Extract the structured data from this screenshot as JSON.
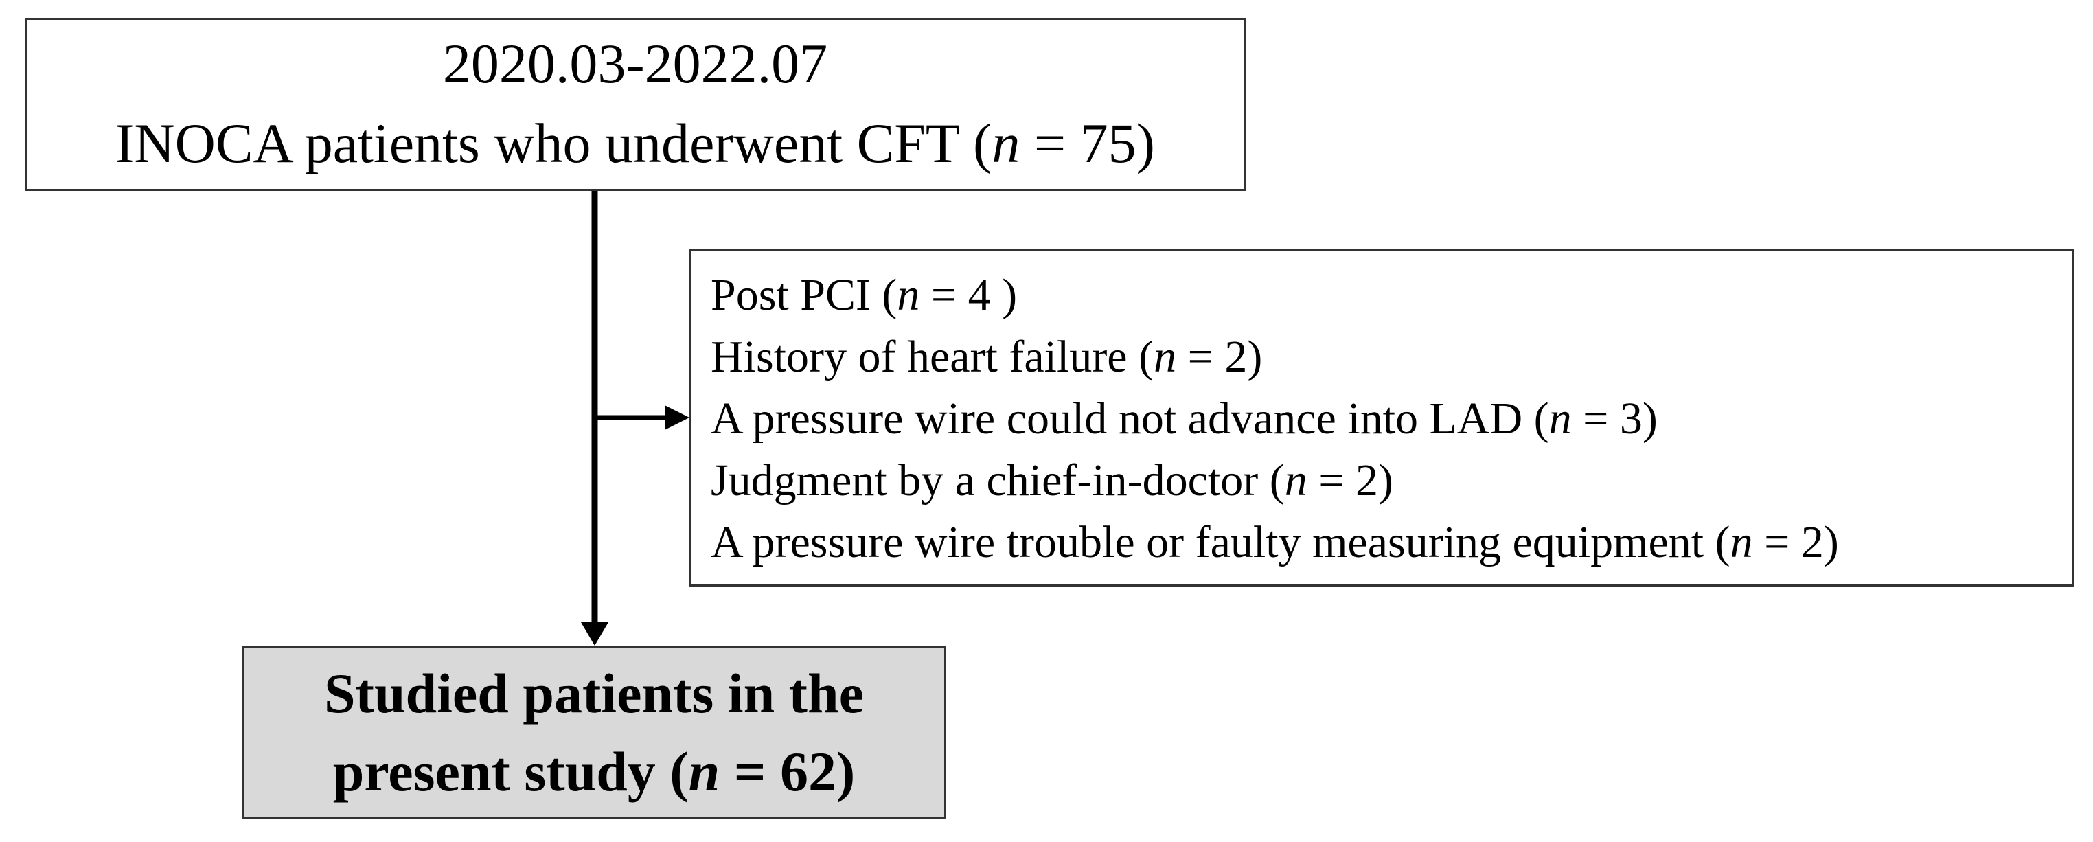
{
  "top_box": {
    "line1": "2020.03-2022.07",
    "line2_prefix": "INOCA patients who underwent CFT (",
    "line2_n": "n",
    "line2_suffix": " = 75)"
  },
  "exclusions": [
    {
      "prefix": "Post PCI (",
      "n": "n",
      "suffix": " = 4 )"
    },
    {
      "prefix": "History of heart failure (",
      "n": "n",
      "suffix": " = 2)"
    },
    {
      "prefix": "A pressure wire could not advance into LAD (",
      "n": "n",
      "suffix": " = 3)"
    },
    {
      "prefix": "Judgment by a chief-in-doctor (",
      "n": "n",
      "suffix": " = 2)"
    },
    {
      "prefix": "A pressure wire trouble or faulty measuring equipment (",
      "n": "n",
      "suffix": " = 2)"
    }
  ],
  "final_box": {
    "line1": "Studied patients in the",
    "line2_prefix": "present study (",
    "line2_n": "n",
    "line2_suffix": " = 62)"
  },
  "colors": {
    "border": "#333333",
    "final_fill": "#d9d9d9",
    "arrow": "#000000"
  }
}
